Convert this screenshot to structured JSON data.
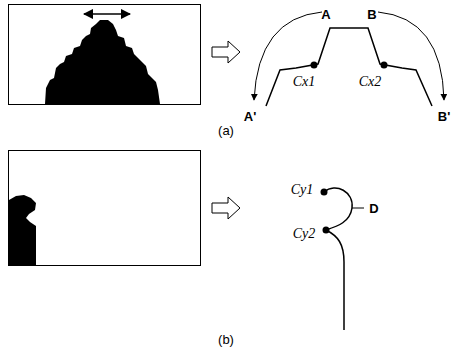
{
  "diagram": {
    "labels": [
      "A",
      "B",
      "Cx1",
      "Cx2",
      "A'",
      "B'",
      "(a)",
      "Cy1",
      "D",
      "Cy2",
      "(b)"
    ]
  }
}
